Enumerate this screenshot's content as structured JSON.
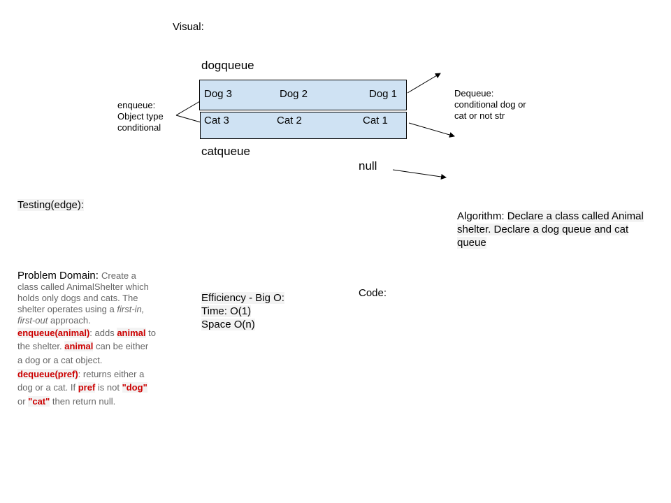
{
  "visual_label": "Visual:",
  "dogqueue_label": "dogqueue",
  "catqueue_label": "catqueue",
  "dogs": [
    "Dog 3",
    "Dog 2",
    "Dog 1"
  ],
  "cats": [
    "Cat 3",
    "Cat 2",
    "Cat 1"
  ],
  "enqueue_note": [
    "enqueue:",
    "Object type",
    "conditional"
  ],
  "dequeue_note": [
    "Dequeue:",
    "conditional dog or",
    "cat  or not str"
  ],
  "null_label": "null",
  "testing_label": "Testing(edge):",
  "algorithm": {
    "lead": "Algorithm: ",
    "line1_rest": "Declare a class called Animal",
    "line2": "shelter. Declare a dog queue and cat",
    "line3": "queue"
  },
  "efficiency": {
    "title": "Efficiency - Big O:",
    "time": "Time: O(1)",
    "space": "Space O(n)"
  },
  "code_label": "Code:",
  "problem": {
    "lead": "Problem Domain: ",
    "l1": "Create a",
    "l2": "class called AnimalShelter which",
    "l3": "holds only dogs and cats. The",
    "l4a": "shelter operates using a ",
    "l4b": "first-in,",
    "l5a": "first-out",
    "l5b": " approach.",
    "enqueue_code": "enqueue(animal)",
    "adds": ": adds ",
    "animal1": "animal",
    "to": " to",
    "shelter": "the shelter. ",
    "animal2": "animal",
    "either": " can be either",
    "dogcat": "a dog or a cat object.",
    "dequeue_code": "dequeue(pref)",
    "returns": ": returns either a",
    "dogor": "dog or a cat. If ",
    "pref": "pref",
    "isnot": " is not ",
    "dog_str": "\"dog\"",
    "or": "or ",
    "cat_str": "\"cat\"",
    "then": " then return null."
  }
}
